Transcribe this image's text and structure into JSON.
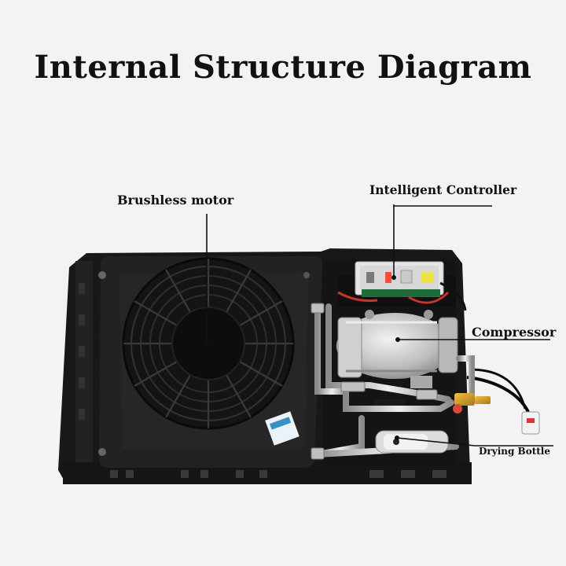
{
  "title": "Internal Structure Diagram",
  "callouts": {
    "brushless_motor": "Brushless motor",
    "intelligent_controller": "Intelligent Controller",
    "compressor": "Compressor",
    "drying_bottle": "Drying Bottle"
  },
  "colors": {
    "background": "#f3f3f3",
    "unit_body": "#1c1c1c",
    "leader_line": "#111111"
  }
}
